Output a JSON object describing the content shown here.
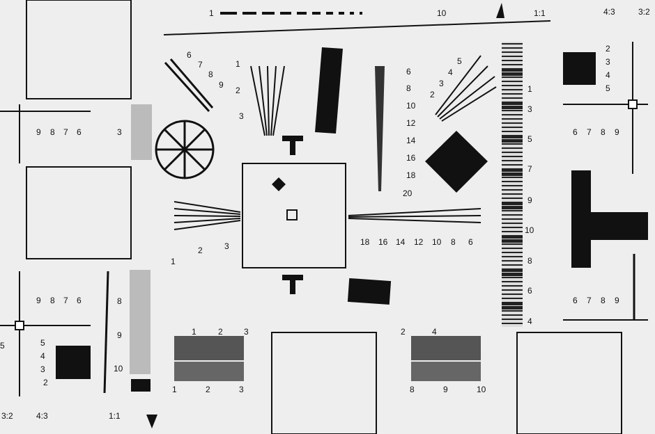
{
  "top_scale": {
    "start": "1",
    "end": "10"
  },
  "aspect_labels": {
    "top_1_1": "1:1",
    "top_4_3": "4:3",
    "top_3_2": "3:2",
    "bottom_3_2": "3:2",
    "bottom_4_3": "4:3",
    "bottom_1_1": "1:1"
  },
  "labels": {
    "center_vertical_scale": [
      "6",
      "8",
      "10",
      "12",
      "14",
      "16",
      "18",
      "20"
    ],
    "center_horizontal_scale": [
      "18",
      "16",
      "14",
      "12",
      "10",
      "8",
      "6"
    ],
    "fan_left_scale": [
      "1",
      "2",
      "3"
    ],
    "fan_diagonal_left": [
      "6",
      "7",
      "8",
      "9"
    ],
    "fan_diagonal_right": [
      "2",
      "3",
      "4",
      "5"
    ],
    "left_horizontal_scale": [
      "1",
      "2",
      "3"
    ],
    "right_bar_scale": [
      "1",
      "3",
      "5",
      "7",
      "9",
      "10",
      "8",
      "6",
      "4"
    ],
    "right_top_vertical": [
      "2",
      "3",
      "4",
      "5"
    ],
    "right_top_horizontal": [
      "6",
      "7",
      "8",
      "9"
    ],
    "right_mid_horizontal": [
      "6",
      "7",
      "8",
      "9"
    ],
    "left_top_horizontal": [
      "9",
      "8",
      "7",
      "6"
    ],
    "left_mid_horizontal": [
      "9",
      "8",
      "7",
      "6"
    ],
    "left_small": [
      "3"
    ],
    "left_bar_scale": [
      "8",
      "9",
      "10"
    ],
    "left_bottom_vertical": [
      "5",
      "4",
      "3",
      "2"
    ],
    "left_edge": [
      "5"
    ],
    "bottom_left_upper": [
      "1",
      "2",
      "3"
    ],
    "bottom_left_lower": [
      "1",
      "2",
      "3"
    ],
    "bottom_right_upper": [
      "4",
      "2"
    ],
    "bottom_right_lower": [
      "8",
      "9",
      "10"
    ]
  }
}
